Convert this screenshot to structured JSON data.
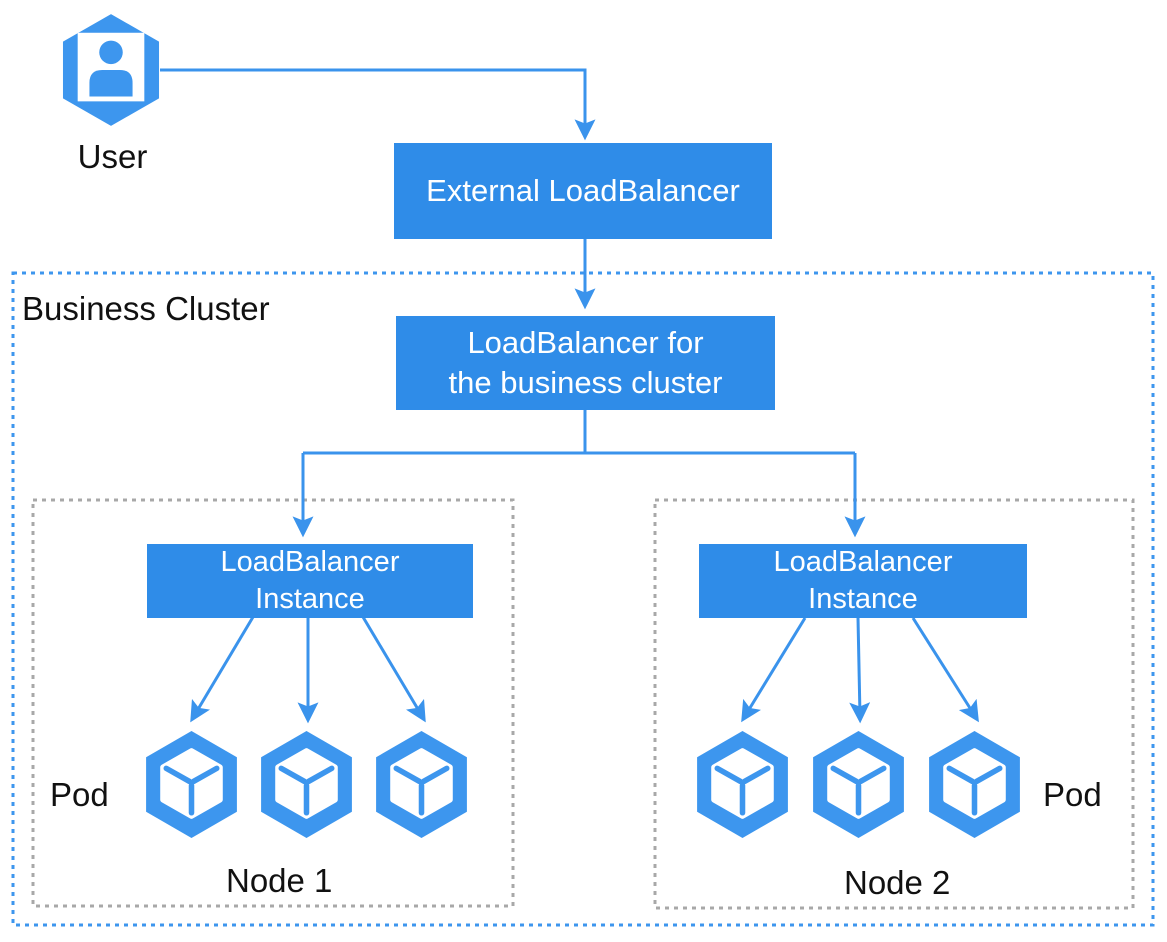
{
  "colors": {
    "box_blue": "#2F8CE8",
    "icon_blue": "#3D96EE",
    "connector_blue": "#3A93EC",
    "cluster_border_blue": "#3D96EE",
    "node_border_gray": "#A8A8A8",
    "label_text": "#111111",
    "box_text": "#FFFFFF"
  },
  "user": {
    "label": "User"
  },
  "external_load_balancer": {
    "label": "External LoadBalancer"
  },
  "business_cluster": {
    "label": "Business Cluster",
    "load_balancer": {
      "line1": "LoadBalancer for",
      "line2": "the business cluster"
    },
    "nodes": [
      {
        "name": "Node 1",
        "pod_label": "Pod",
        "instance_line1": "LoadBalancer",
        "instance_line2": "Instance",
        "pod_count": 3
      },
      {
        "name": "Node 2",
        "pod_label": "Pod",
        "instance_line1": "LoadBalancer",
        "instance_line2": "Instance",
        "pod_count": 3
      }
    ]
  }
}
